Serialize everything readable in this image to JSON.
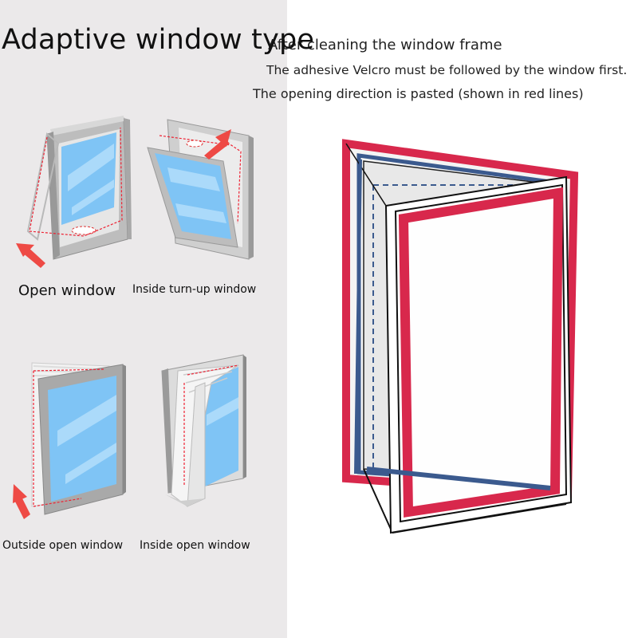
{
  "title": "Adaptive window type",
  "instructions": {
    "line1": "After cleaning the window frame",
    "line2": "The adhesive Velcro must be followed by the window first.",
    "line3": "The opening direction is pasted (shown in red lines)"
  },
  "windows": [
    {
      "label": "Open window"
    },
    {
      "label": "Inside turn-up window"
    },
    {
      "label": "Outside open window"
    },
    {
      "label": "Inside open window"
    }
  ],
  "colors": {
    "panel_background": "#ebe9ea",
    "frame_gray": "#9b9b9b",
    "glass_blue": "#7fc4f5",
    "velcro_red": "#d8284c",
    "velcro_blue": "#3b5a8e",
    "arrow_red": "#ee4a45"
  }
}
